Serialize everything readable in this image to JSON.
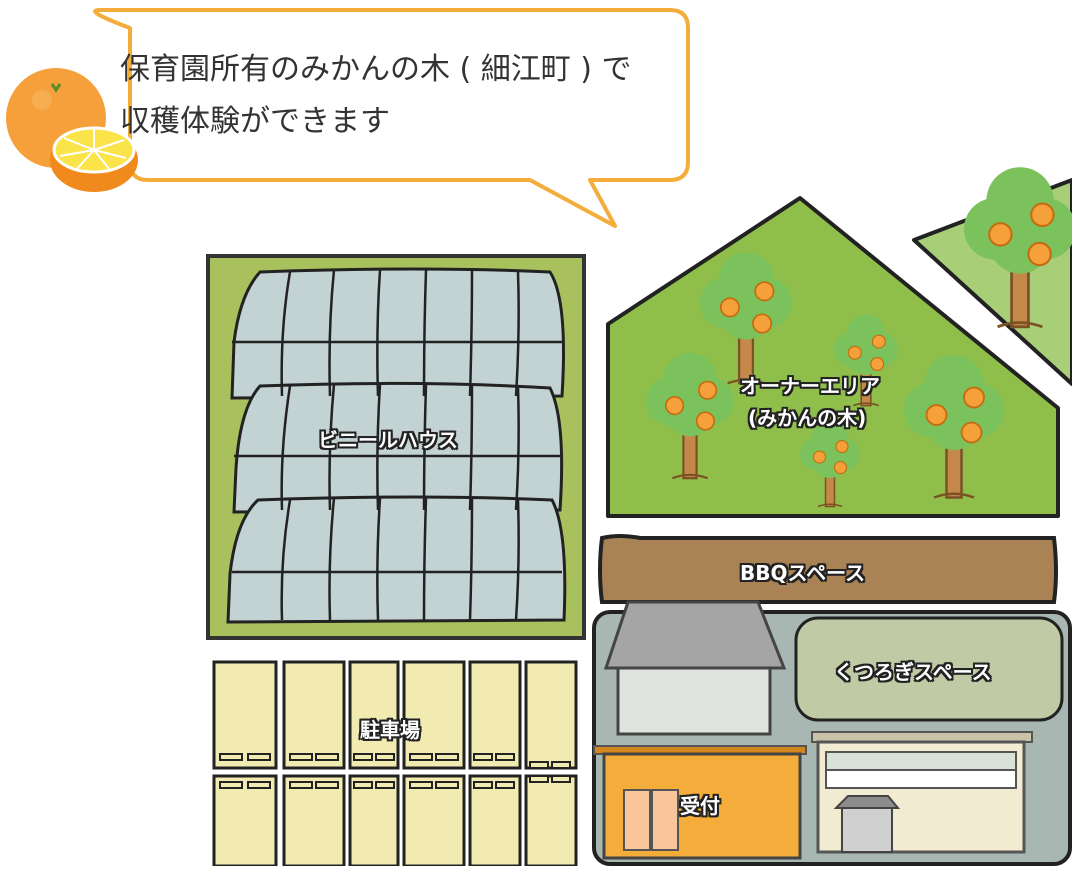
{
  "callout": {
    "line1": "保育園所有のみかんの木 ( 細江町 ) で",
    "line2": "収穫体験ができます"
  },
  "areas": {
    "greenhouse": "ビニールハウス",
    "owner_line1": "オーナーエリア",
    "owner_line2": "(みかんの木)",
    "bbq": "BBQスペース",
    "lounge": "くつろぎスペース",
    "parking": "駐車場",
    "reception": "受付"
  },
  "colors": {
    "callout_border": "#f4ac3a",
    "grass": "#8fbf4a",
    "greenhouse_field": "#a9c15c",
    "greenhouse_panel": "#c3d2d2",
    "bbq": "#a98356",
    "lounge": "#c0cba6",
    "parking": "#f1ebb1",
    "reception": "#f4ac3a",
    "ground": "#a8b7b1",
    "orange": "#f5a03a",
    "tree_leaf": "#7cc25c",
    "trunk": "#c4884a"
  },
  "icons": [
    "orange-fruit-icon",
    "mandarin-tree-icon"
  ]
}
